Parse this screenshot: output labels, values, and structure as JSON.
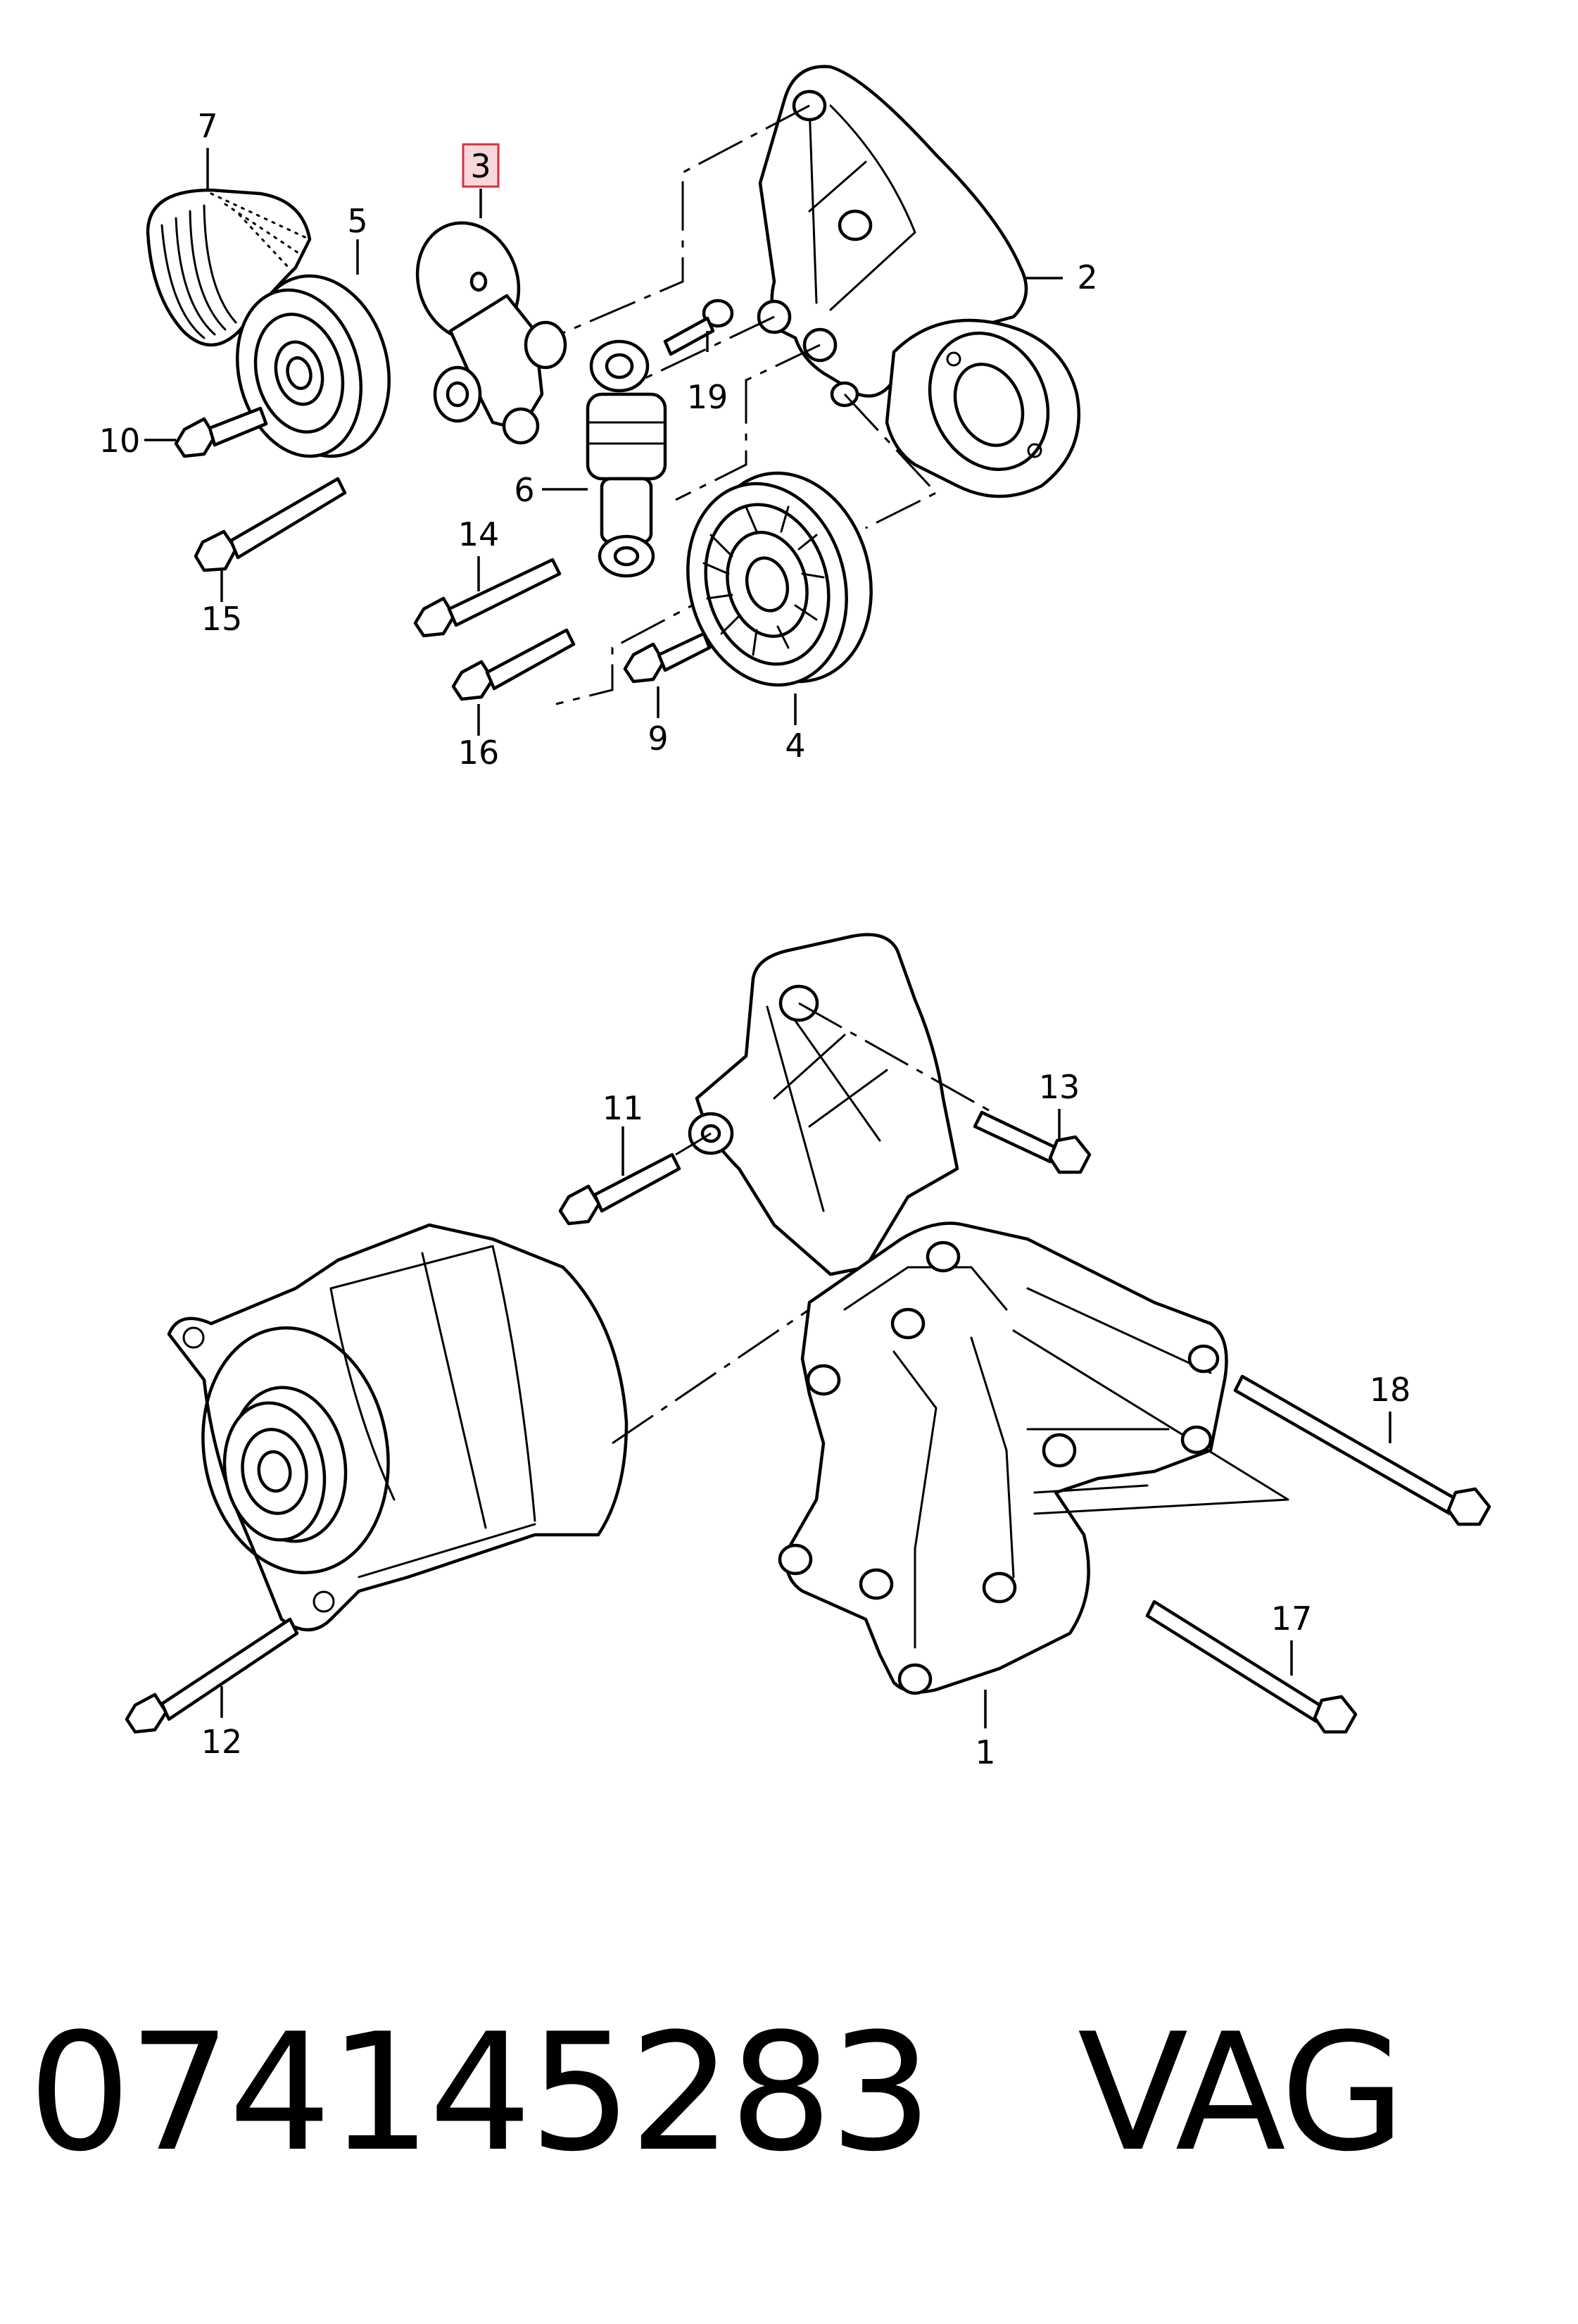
{
  "callouts": {
    "c1": "1",
    "c2": "2",
    "c3": "3",
    "c4": "4",
    "c5": "5",
    "c6": "6",
    "c7": "7",
    "c9": "9",
    "c10": "10",
    "c11": "11",
    "c12": "12",
    "c13": "13",
    "c14": "14",
    "c15": "15",
    "c16": "16",
    "c17": "17",
    "c18": "18",
    "c19": "19"
  },
  "highlighted_callout": "3",
  "colors": {
    "highlight_fill": "#f7d7dc",
    "highlight_stroke": "#d0343f",
    "line": "#000000"
  },
  "footer": {
    "part_number": "074145283",
    "brand": "VAG"
  }
}
